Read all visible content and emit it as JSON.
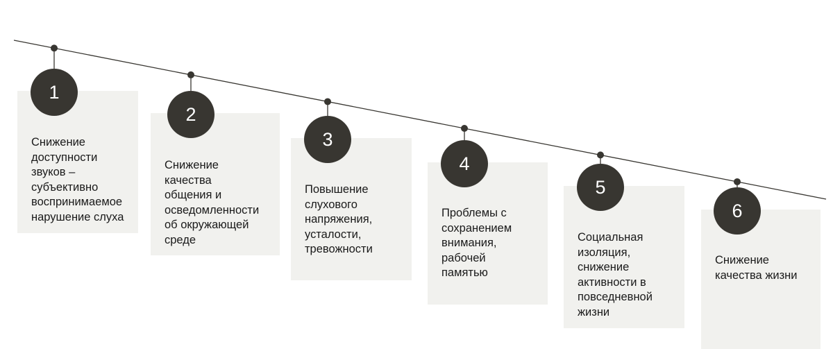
{
  "colors": {
    "line": "#383631",
    "circle": "#383631",
    "card_bg": "#f1f1ee",
    "text": "#1a1a1a"
  },
  "steps": [
    {
      "number": "1",
      "text": "Снижение\nдоступности\nзвуков –\nсубъективно\nвоспринимаемое\nнарушение слуха"
    },
    {
      "number": "2",
      "text": "Снижение\nкачества\nобщения и\nосведомленности\nоб окружающей\nсреде"
    },
    {
      "number": "3",
      "text": "Повышение\nслухового\nнапряжения,\nусталости,\nтревожности"
    },
    {
      "number": "4",
      "text": "Проблемы с\nсохранением\nвнимания,\nрабочей\nпамятью"
    },
    {
      "number": "5",
      "text": "Социальная\nизоляция,\nснижение\nактивности в\nповседневной\nжизни"
    },
    {
      "number": "6",
      "text": "Снижение\nкачества жизни"
    }
  ]
}
